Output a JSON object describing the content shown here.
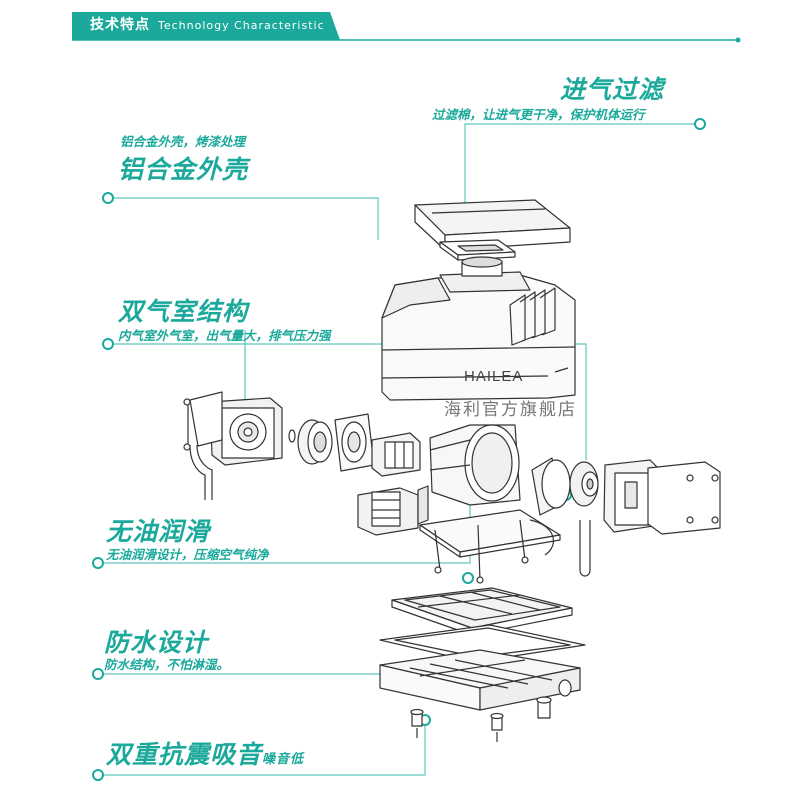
{
  "header": {
    "title_cn": "技术特点",
    "title_en": "Technology Characteristic"
  },
  "colors": {
    "accent": "#1aa99b",
    "line": "#5fc7bd",
    "drawing": "#333333"
  },
  "features": {
    "filter": {
      "title": "进气过滤",
      "desc": "过滤棉，让进气更干净，保护机体运行"
    },
    "housing": {
      "desc": "铝合金外壳，烤漆处理",
      "title": "铝合金外壳"
    },
    "chamber": {
      "title": "双气室结构",
      "desc": "内气室外气室，出气量大，排气压力强"
    },
    "oilfree": {
      "title": "无油润滑",
      "desc": "无油润滑设计，压缩空气纯净"
    },
    "waterproof": {
      "title": "防水设计",
      "desc": "防水结构，不怕淋湿。"
    },
    "antishock": {
      "title": "双重抗震吸音",
      "tail": "噪音低"
    }
  },
  "product": {
    "brand": "HAILEA",
    "watermark": "海利官方旗舰店"
  }
}
